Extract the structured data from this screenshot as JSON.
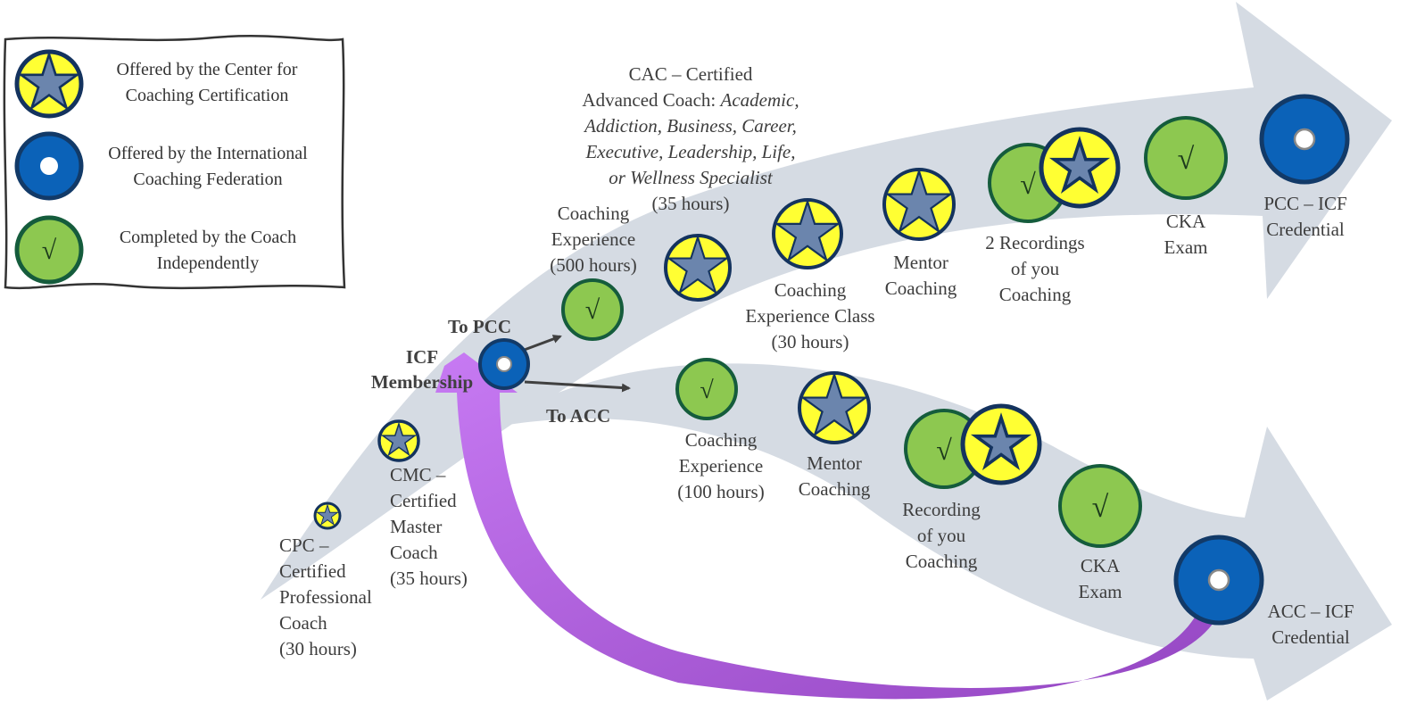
{
  "colors": {
    "arrow_fill": "#d5dbe3",
    "star_badge_fill": "#ffff33",
    "star_fill": "#6b85ad",
    "star_badge_border": "#14335e",
    "icf_badge_fill": "#0b62b8",
    "icf_badge_border": "#123a68",
    "check_badge_fill": "#8dc850",
    "check_badge_border": "#155c3c",
    "return_arrow_start": "#c878f2",
    "return_arrow_end": "#9a48c6"
  },
  "legend": {
    "items": [
      {
        "icon": "star-badge-icon",
        "line1": "Offered by the Center for",
        "line2": "Coaching Certification"
      },
      {
        "icon": "icf-badge-icon",
        "line1": "Offered by the International",
        "line2": "Coaching Federation"
      },
      {
        "icon": "check-badge-icon",
        "check": "√",
        "line1": "Completed by the Coach",
        "line2": "Independently"
      }
    ]
  },
  "path_start": {
    "cpc": {
      "lines": [
        "CPC –",
        "Certified",
        "Professional",
        "Coach",
        "(30 hours)"
      ]
    },
    "cmc": {
      "lines": [
        "CMC –",
        "Certified",
        "Master",
        "Coach",
        "(35 hours)"
      ]
    },
    "icf_membership": {
      "lines": [
        "ICF",
        "Membership"
      ]
    }
  },
  "branches": {
    "to_pcc": "To PCC",
    "to_acc": "To ACC"
  },
  "pcc_path": {
    "cac_title": {
      "line1": "CAC – Certified",
      "line2_plain": "Advanced Coach: ",
      "line2_italic": "Academic,",
      "line3_italic": "Addiction, Business, Career,",
      "line4_italic": "Executive, Leadership, Life,",
      "line5_italic": "or Wellness Specialist",
      "line6": "(35 hours)"
    },
    "steps": [
      {
        "id": "coaching-experience-500",
        "icon": "check-badge-icon",
        "check": "√",
        "lines": [
          "Coaching",
          "Experience",
          "(500 hours)"
        ]
      },
      {
        "id": "cac",
        "icon": "star-badge-icon",
        "lines": []
      },
      {
        "id": "coaching-experience-class",
        "icon": "star-badge-icon",
        "lines": [
          "Coaching",
          "Experience Class",
          "(30 hours)"
        ]
      },
      {
        "id": "mentor-coaching",
        "icon": "star-badge-icon",
        "lines": [
          "Mentor",
          "Coaching"
        ]
      },
      {
        "id": "recordings-2",
        "icon": "check-and-star-badge-icon",
        "check": "√",
        "lines": [
          "2 Recordings",
          "of you",
          "Coaching"
        ]
      },
      {
        "id": "cka-exam",
        "icon": "check-badge-icon",
        "check": "√",
        "lines": [
          "CKA",
          "Exam"
        ]
      },
      {
        "id": "pcc-credential",
        "icon": "icf-badge-icon",
        "lines": [
          "PCC – ICF",
          "Credential"
        ]
      }
    ]
  },
  "acc_path": {
    "steps": [
      {
        "id": "coaching-experience-100",
        "icon": "check-badge-icon",
        "check": "√",
        "lines": [
          "Coaching",
          "Experience",
          "(100 hours)"
        ]
      },
      {
        "id": "mentor-coaching",
        "icon": "star-badge-icon",
        "lines": [
          "Mentor",
          "Coaching"
        ]
      },
      {
        "id": "recording",
        "icon": "check-and-star-badge-icon",
        "check": "√",
        "lines": [
          "Recording",
          "of you",
          "Coaching"
        ]
      },
      {
        "id": "cka-exam",
        "icon": "check-badge-icon",
        "check": "√",
        "lines": [
          "CKA",
          "Exam"
        ]
      },
      {
        "id": "acc-credential",
        "icon": "icf-badge-icon",
        "lines": [
          "ACC – ICF",
          "Credential"
        ]
      }
    ]
  }
}
